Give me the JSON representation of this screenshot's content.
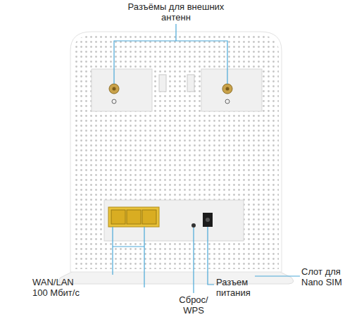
{
  "diagram": {
    "labels": [
      "Разъёмы для внешних антенн",
      "WAN/LAN 100 Мбит/с",
      "Сброс/ WPS",
      "Разъем питания",
      "Слот для Nano SIM"
    ]
  }
}
